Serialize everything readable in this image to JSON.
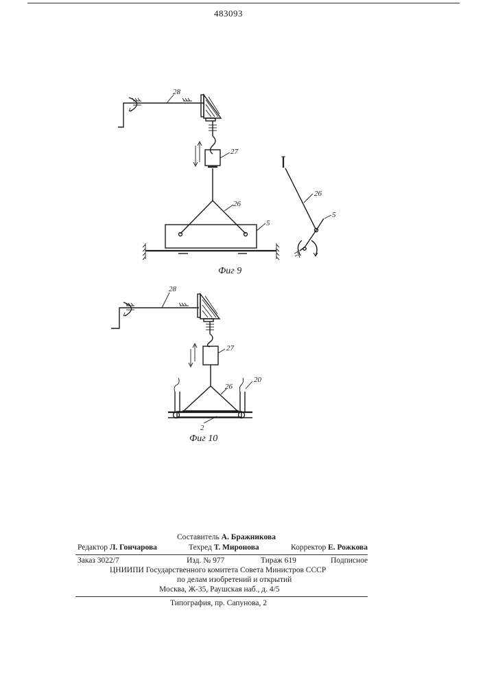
{
  "patent_number": "483093",
  "figures": [
    {
      "caption": "Фиг 9",
      "labels": {
        "shaft": "28",
        "block": "27",
        "sling": "26",
        "beam": "5",
        "side_sling": "26",
        "side_beam": "5"
      }
    },
    {
      "caption": "Фиг 10",
      "labels": {
        "shaft": "28",
        "block": "27",
        "sling": "26",
        "rod": "20",
        "frame": "2"
      }
    }
  ],
  "imprint": {
    "compiler_label": "Составитель",
    "compiler_name": "А. Бражникова",
    "editor_label": "Редактор",
    "editor_name": "Л. Гончарова",
    "techred_label": "Техред",
    "techred_name": "Т. Миронова",
    "corrector_label": "Корректор",
    "corrector_name": "Е. Рожкова",
    "order": "Заказ 3022/7",
    "edition": "Изд. № 977",
    "circulation": "Тираж 619",
    "subscription": "Подписное",
    "org_line1": "ЦНИИПИ Государственного комитета Совета Министров СССР",
    "org_line2": "по делам изобретений и открытий",
    "address": "Москва, Ж-35, Раушская наб., д. 4/5",
    "printer": "Типография, пр. Сапунова, 2"
  }
}
